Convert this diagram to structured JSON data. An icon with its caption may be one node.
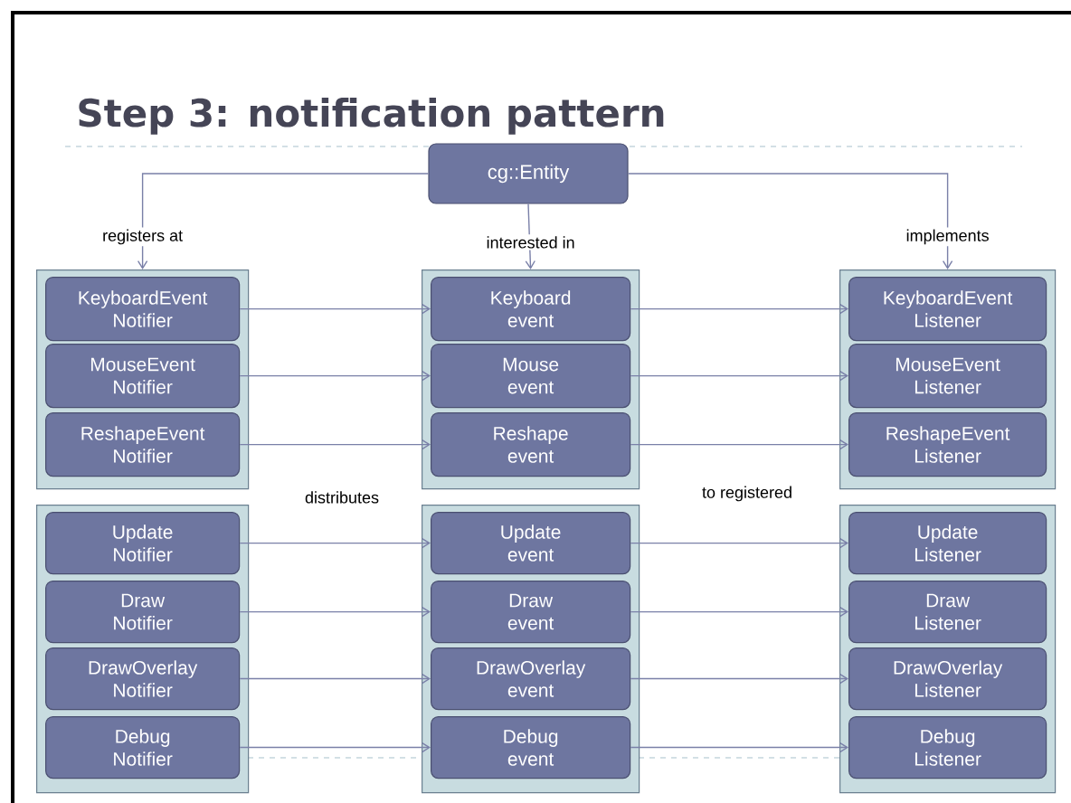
{
  "diagram": {
    "title": "Step 3: notification pattern",
    "nodes": [
      {
        "text": [
          "cg::Entity"
        ]
      },
      {
        "text": [],
        "shape": "box"
      },
      {
        "text": [
          "KeyboardEvent Notifier"
        ],
        "in": 1
      },
      {
        "text": [
          "MouseEvent Notifier"
        ],
        "in": 1
      },
      {
        "text": [
          "ReshapeEvent Notifier"
        ],
        "in": 1
      },
      {
        "text": [],
        "shape": "box"
      },
      {
        "text": [
          "Keyboard event"
        ],
        "in": 5
      },
      {
        "text": [
          "Mouse event"
        ],
        "in": 5
      },
      {
        "text": [
          "Reshape event"
        ],
        "in": 5
      },
      {
        "text": [],
        "shape": "box"
      },
      {
        "text": [
          "KeyboardEvent Listener"
        ],
        "in": 9
      },
      {
        "text": [
          "MouseEvent Listener"
        ],
        "in": 9
      },
      {
        "text": [
          "ReshapeEvent Listener"
        ],
        "in": 9
      },
      {
        "text": [],
        "shape": "box"
      },
      {
        "text": [
          "Update Notifier"
        ],
        "in": 13
      },
      {
        "text": [
          "Draw Notifier"
        ],
        "in": 13
      },
      {
        "text": [
          "DrawOverlay Notifier"
        ],
        "in": 13
      },
      {
        "text": [
          "Debug Notifier"
        ],
        "in": 13
      },
      {
        "text": [],
        "shape": "box"
      },
      {
        "text": [
          "Update event"
        ],
        "in": 18
      },
      {
        "text": [
          "Draw event"
        ],
        "in": 18
      },
      {
        "text": [
          "DrawOverlay event"
        ],
        "in": 18
      },
      {
        "text": [
          "Debug event"
        ],
        "in": 18
      },
      {
        "text": [],
        "shape": "box"
      },
      {
        "text": [
          "Update Listener"
        ],
        "in": 23
      },
      {
        "text": [
          "Draw Listener"
        ],
        "in": 23
      },
      {
        "text": [
          "DrawOverlay Listener"
        ],
        "in": 23
      },
      {
        "text": [
          "Debug Listener"
        ],
        "in": 23
      }
    ],
    "edges": [
      {
        "from": 0,
        "to": 1,
        "arrow": "to",
        "label": "registers at"
      },
      {
        "from": 0,
        "to": 5,
        "arrow": "to",
        "label": "interested in"
      },
      {
        "from": 0,
        "to": 9,
        "arrow": "to",
        "label": "implements"
      },
      {
        "from": 2,
        "to": 6,
        "arrow": "to"
      },
      {
        "from": 6,
        "to": 10,
        "arrow": "to"
      },
      {
        "from": 3,
        "to": 7,
        "arrow": "to"
      },
      {
        "from": 7,
        "to": 11,
        "arrow": "to"
      },
      {
        "from": 4,
        "to": 8,
        "arrow": "to"
      },
      {
        "from": 8,
        "to": 12,
        "arrow": "to"
      },
      {
        "from": 14,
        "to": 19,
        "arrow": "to"
      },
      {
        "from": 19,
        "to": 24,
        "arrow": "to"
      },
      {
        "from": 15,
        "to": 20,
        "arrow": "to"
      },
      {
        "from": 20,
        "to": 25,
        "arrow": "to"
      },
      {
        "from": 16,
        "to": 21,
        "arrow": "to"
      },
      {
        "from": 21,
        "to": 26,
        "arrow": "to"
      },
      {
        "from": 17,
        "to": 22,
        "arrow": "to"
      },
      {
        "from": 22,
        "to": 27,
        "arrow": "to"
      }
    ],
    "labels": [
      "distributes",
      "to registered"
    ]
  }
}
